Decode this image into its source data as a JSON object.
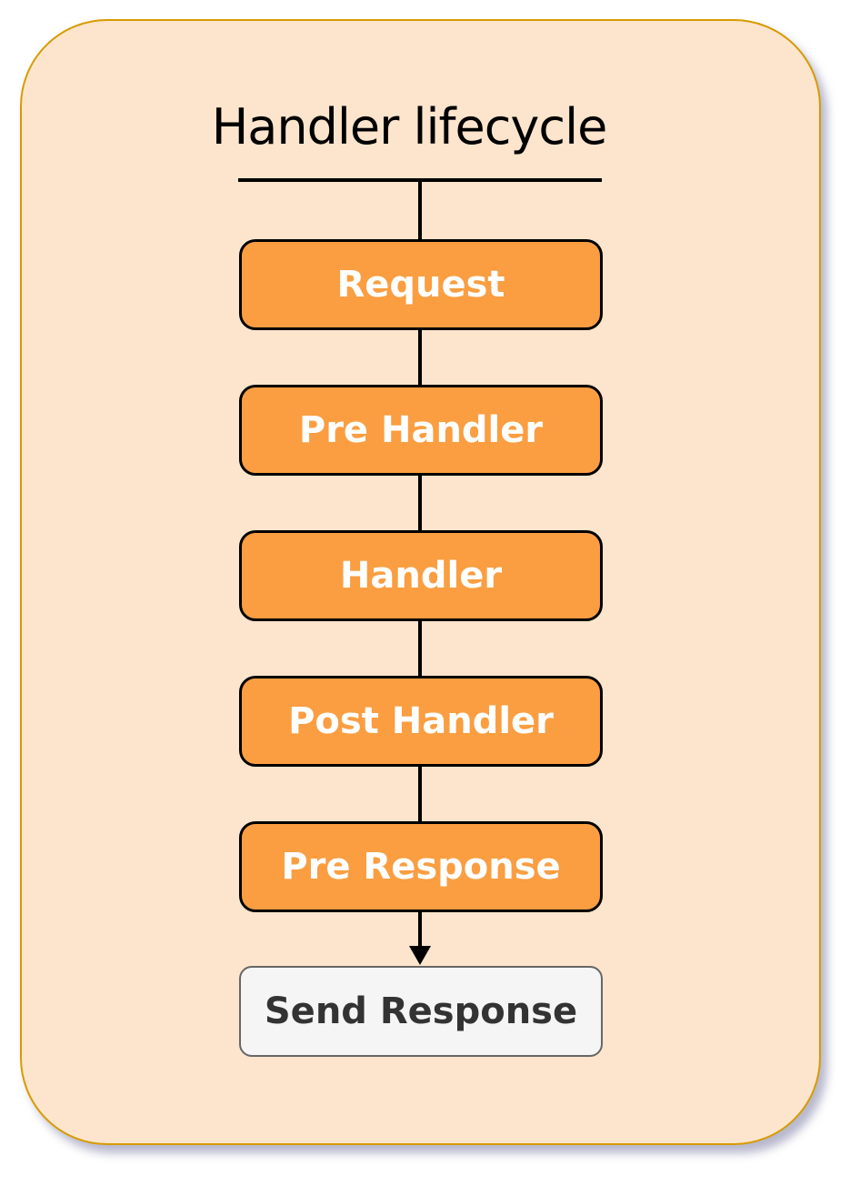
{
  "diagram": {
    "type": "flowchart",
    "title": "Handler lifecycle",
    "nodes": [
      {
        "id": "request",
        "label": "Request",
        "style": "stage"
      },
      {
        "id": "pre-handler",
        "label": "Pre Handler",
        "style": "stage"
      },
      {
        "id": "handler",
        "label": "Handler",
        "style": "stage"
      },
      {
        "id": "post-handler",
        "label": "Post Handler",
        "style": "stage"
      },
      {
        "id": "pre-response",
        "label": "Pre Response",
        "style": "stage"
      },
      {
        "id": "send-response",
        "label": "Send Response",
        "style": "terminal"
      }
    ],
    "edges": [
      {
        "from": "title",
        "to": "request",
        "arrow": false
      },
      {
        "from": "request",
        "to": "pre-handler",
        "arrow": false
      },
      {
        "from": "pre-handler",
        "to": "handler",
        "arrow": false
      },
      {
        "from": "handler",
        "to": "post-handler",
        "arrow": false
      },
      {
        "from": "post-handler",
        "to": "pre-response",
        "arrow": false
      },
      {
        "from": "pre-response",
        "to": "send-response",
        "arrow": true
      }
    ],
    "colors": {
      "frame_fill": "#fce5cc",
      "frame_border": "#d79b00",
      "stage_fill": "#fa9e41",
      "stage_border": "#000000",
      "stage_text": "#ffffff",
      "terminal_fill": "#f5f5f5",
      "terminal_border": "#666666",
      "terminal_text": "#333333",
      "connector": "#000000",
      "title_text": "#000000"
    }
  }
}
